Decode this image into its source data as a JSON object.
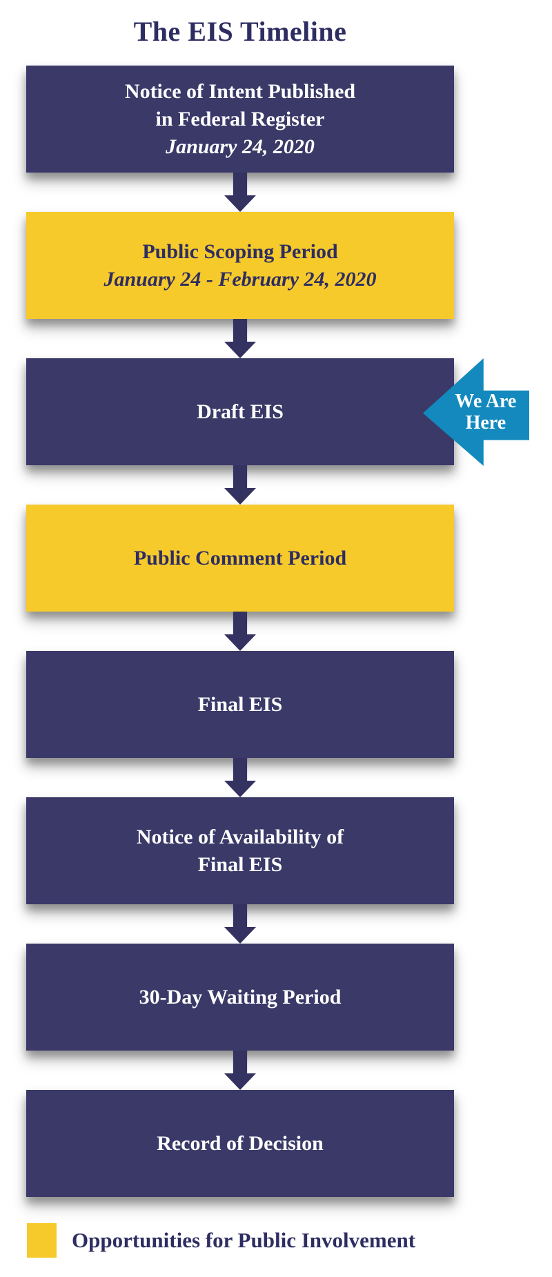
{
  "title": "The EIS Timeline",
  "steps": [
    {
      "lines": [
        "Notice of Intent Published",
        "in Federal Register"
      ],
      "date": "January 24, 2020",
      "type": "navy"
    },
    {
      "lines": [
        "Public Scoping Period"
      ],
      "date": "January 24 - February 24, 2020",
      "type": "yellow"
    },
    {
      "lines": [
        "Draft EIS"
      ],
      "type": "navy",
      "marker": "We Are Here"
    },
    {
      "lines": [
        "Public Comment Period"
      ],
      "type": "yellow"
    },
    {
      "lines": [
        "Final EIS"
      ],
      "type": "navy"
    },
    {
      "lines": [
        "Notice of Availability of",
        "Final EIS"
      ],
      "type": "navy"
    },
    {
      "lines": [
        "30-Day Waiting Period"
      ],
      "type": "navy"
    },
    {
      "lines": [
        "Record of Decision"
      ],
      "type": "navy"
    }
  ],
  "we_are_here": {
    "line1": "We Are",
    "line2": "Here"
  },
  "legend": {
    "label": "Opportunities for Public Involvement"
  },
  "colors": {
    "navy_box": "#3A3968",
    "navy_text": "#2E2D62",
    "yellow_box": "#F6CA2B",
    "arrow_navy": "#343261",
    "arrow_blue": "#1389BE",
    "white_text": "#FFFFFF"
  }
}
